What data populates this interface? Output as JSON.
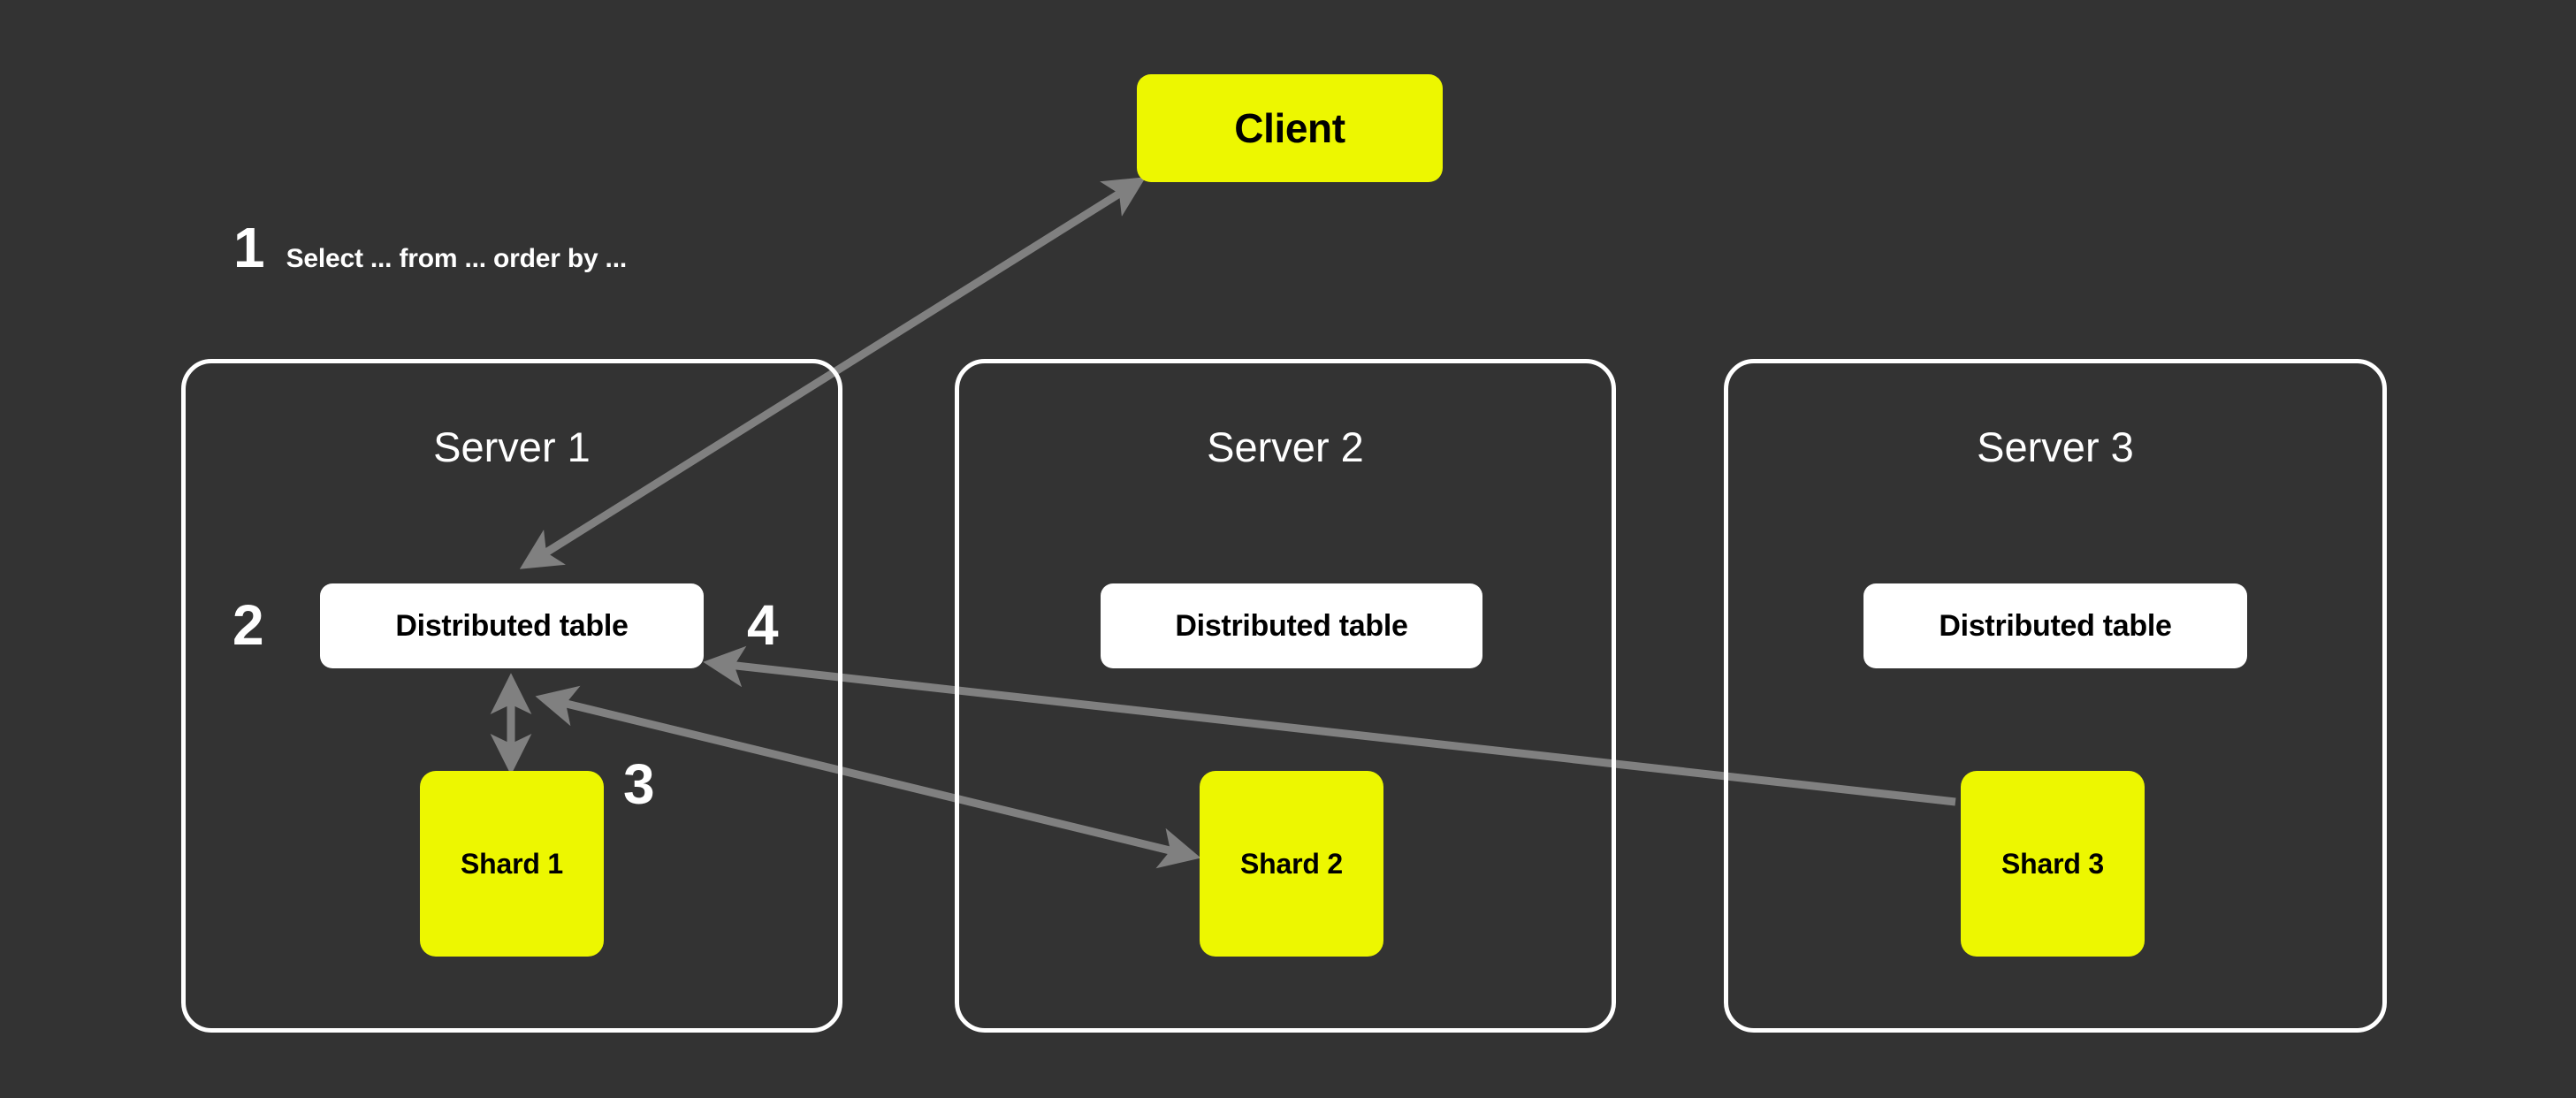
{
  "diagram": {
    "title": "Distributed table query flow across shards",
    "background_color": "#333333",
    "accent_color": "#EDF700",
    "node_text_color": "#000000",
    "frame_color": "#FFFFFF",
    "arrow_color": "#808080"
  },
  "client": {
    "label": "Client"
  },
  "steps": [
    {
      "number": "1",
      "text": "Select ... from ... order by ..."
    },
    {
      "number": "2",
      "text": ""
    },
    {
      "number": "3",
      "text": ""
    },
    {
      "number": "4",
      "text": ""
    }
  ],
  "servers": [
    {
      "title": "Server 1",
      "distributed_table": "Distributed table",
      "shard": "Shard 1"
    },
    {
      "title": "Server 2",
      "distributed_table": "Distributed table",
      "shard": "Shard 2"
    },
    {
      "title": "Server 3",
      "distributed_table": "Distributed table",
      "shard": "Shard 3"
    }
  ],
  "connections": [
    {
      "from": "Client",
      "to": "Server 1 Distributed table",
      "direction": "bidirectional",
      "step": "1"
    },
    {
      "from": "Server 1 Distributed table",
      "to": "Shard 1",
      "direction": "bidirectional",
      "step": "2"
    },
    {
      "from": "Server 1 Distributed table",
      "to": "Shard 2",
      "direction": "bidirectional",
      "step": "3"
    },
    {
      "from": "Shard 3",
      "to": "Server 1 Distributed table",
      "direction": "unidirectional",
      "step": "4"
    }
  ]
}
